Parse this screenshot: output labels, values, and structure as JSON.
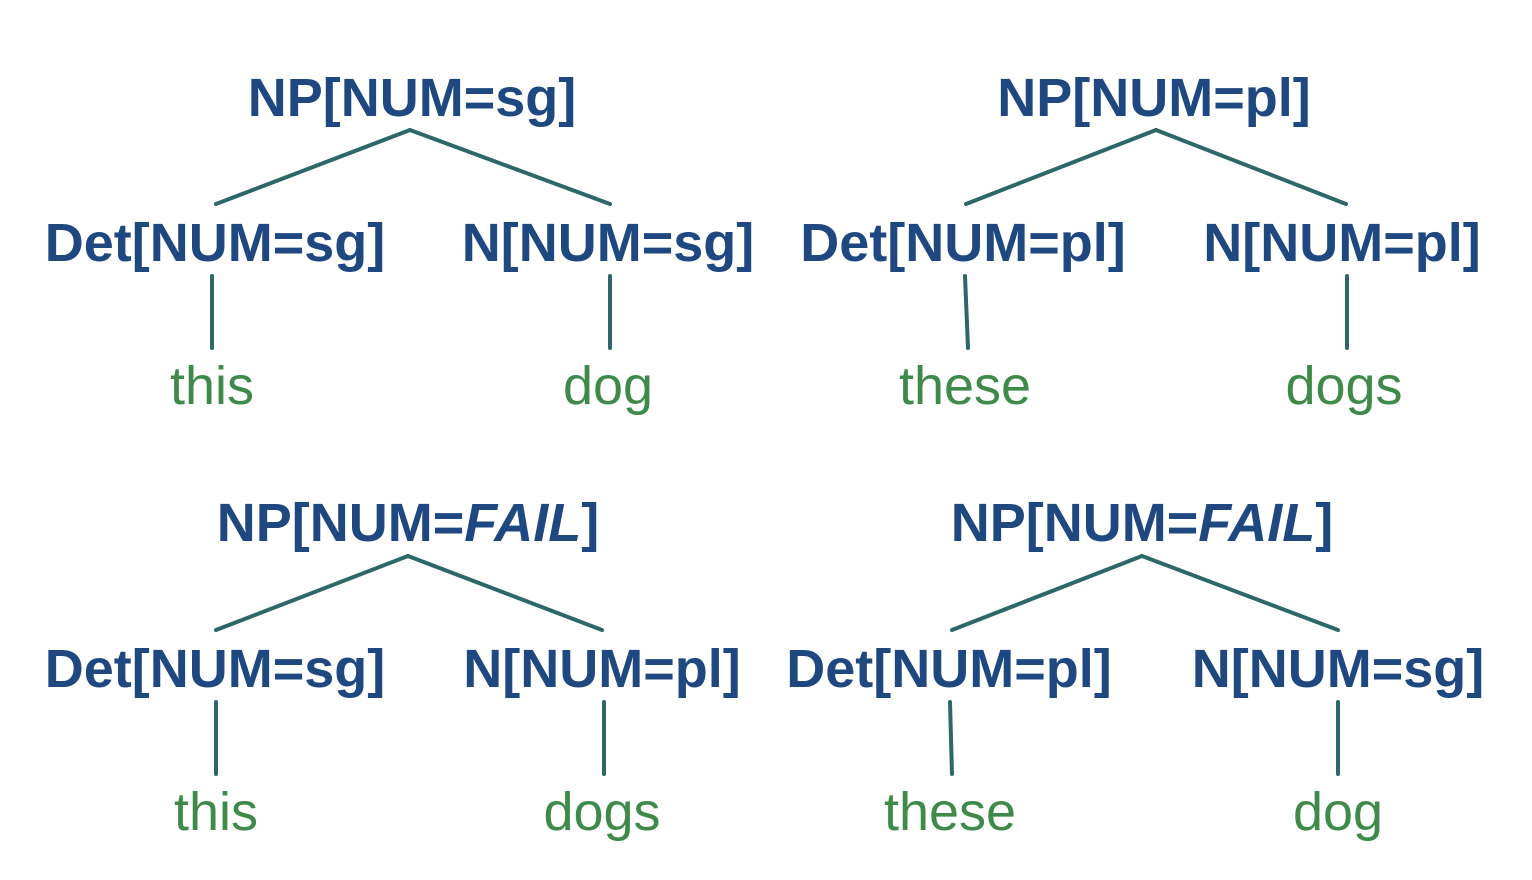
{
  "colors": {
    "category_label": "#1f4780",
    "terminal_word": "#3f8a4a",
    "branch_line": "#2e6767"
  },
  "trees": [
    {
      "root": {
        "prefix": "NP[NUM=",
        "value": "sg",
        "suffix": "]",
        "value_italic": false
      },
      "left": {
        "category": "Det[NUM=sg]",
        "word": "this"
      },
      "right": {
        "category": "N[NUM=sg]",
        "word": "dog"
      }
    },
    {
      "root": {
        "prefix": "NP[NUM=",
        "value": "pl",
        "suffix": "]",
        "value_italic": false
      },
      "left": {
        "category": "Det[NUM=pl]",
        "word": "these"
      },
      "right": {
        "category": "N[NUM=pl]",
        "word": "dogs"
      }
    },
    {
      "root": {
        "prefix": "NP[NUM=",
        "value": "FAIL",
        "suffix": "]",
        "value_italic": true
      },
      "left": {
        "category": "Det[NUM=sg]",
        "word": "this"
      },
      "right": {
        "category": "N[NUM=pl]",
        "word": "dogs"
      }
    },
    {
      "root": {
        "prefix": "NP[NUM=",
        "value": "FAIL",
        "suffix": "]",
        "value_italic": true
      },
      "left": {
        "category": "Det[NUM=pl]",
        "word": "these"
      },
      "right": {
        "category": "N[NUM=sg]",
        "word": "dog"
      }
    }
  ]
}
